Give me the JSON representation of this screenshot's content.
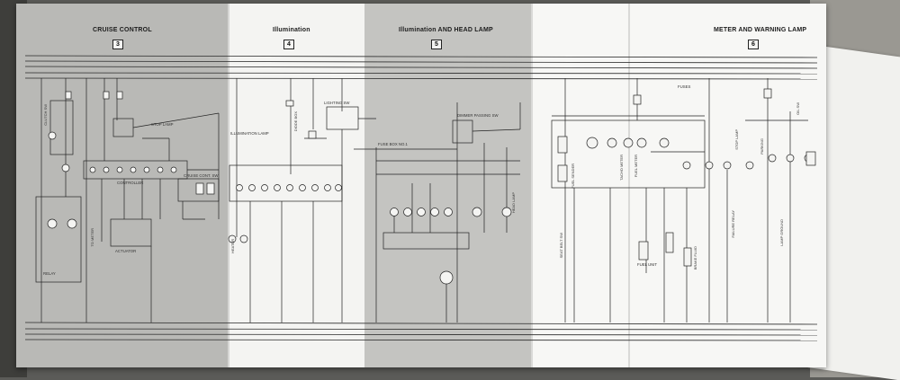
{
  "sections": [
    {
      "title": "CRUISE CONTROL",
      "number": "3"
    },
    {
      "title": "Illumination",
      "number": "4"
    },
    {
      "title": "Illumination AND HEAD LAMP",
      "number": "5"
    },
    {
      "title": "METER AND WARNING LAMP",
      "number": "6"
    }
  ],
  "cruise": {
    "stop_lamp": "STOP LAMP",
    "controller": "CONTROLLER",
    "actuator": "ACTUATOR",
    "cruise_cont_sw": "CRUISE CONT. SW",
    "relay": "RELAY",
    "to_meter": "TO METER",
    "clutch_sw": "CLUTCH SW"
  },
  "illum": {
    "illumination_lamp": "ILLUMINATION LAMP",
    "diode": "DIODE BOX",
    "lighting_sw": "LIGHTING SW",
    "heater": "HEATER"
  },
  "head": {
    "dimmer_passing_sw": "DIMMER PASSING SW",
    "fuse_box": "FUSE BOX NO.1",
    "head_lamp": "HEAD LAMP"
  },
  "meter": {
    "fuses": "FUSES",
    "seat_belt": "SEAT BELT SW",
    "fuel_sender": "FUEL SENDER",
    "fuel_unit": "FUEL UNIT",
    "brake_fluid": "BRAKE FLUID",
    "failure_relay": "FAILURE RELAY",
    "stop_lamp": "STOP LAMP",
    "lamp_ground": "LAMP GROUND",
    "tacho_meter": "TACHO METER",
    "fuel_meter": "FUEL METER",
    "oil_sw": "OIL SW",
    "parking": "PARKING"
  }
}
